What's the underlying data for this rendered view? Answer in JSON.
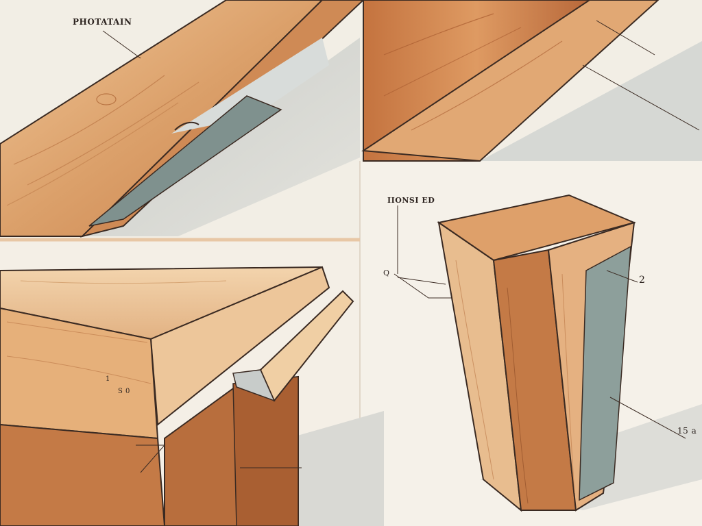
{
  "labels": {
    "top_left": "PHOTATAIN",
    "middle": "IIONSI ED",
    "q_mark": "Q",
    "number_2": "2",
    "number_15": "15 a",
    "small_1": "1",
    "small_s": "S 0"
  },
  "colors": {
    "background": "#f2eee5",
    "wood_light": "#e9b98a",
    "wood_mid": "#d5965f",
    "wood_dark": "#b5683a",
    "steel": "#8a9b98",
    "outline": "#3a2a22"
  }
}
